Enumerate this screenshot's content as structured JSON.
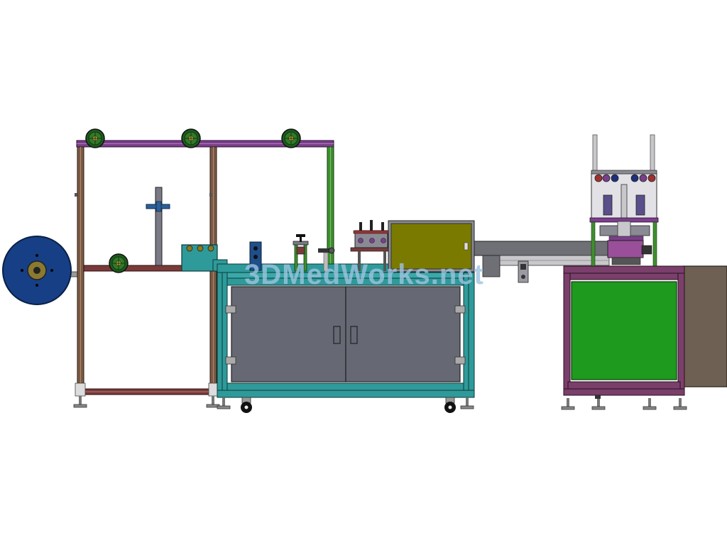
{
  "drawing": {
    "subject": "",
    "watermark": "3DMedWorks.net"
  },
  "colors": {
    "frame_brown": "#7a5a45",
    "frame_purple": "#7a3f8a",
    "frame_green": "#3f8f2f",
    "cabinet_teal": "#2f9a9a",
    "panel_grey": "#666874",
    "olive_box": "#7a7a00",
    "reel_blue": "#163f86",
    "roller_green": "#2f6a2a",
    "right_panel_green": "#1e9a1e",
    "right_frame_purple": "#7a3f6a",
    "side_box_brown": "#6e6052",
    "conveyor_grey": "#6f7076",
    "watermark_blue": "#9ec3e0"
  },
  "modules": [
    {
      "id": "material-reel",
      "icon": "reel-icon"
    },
    {
      "id": "overhead-roller-frame",
      "icon": "roller-icon"
    },
    {
      "id": "main-cabinet",
      "icon": "cabinet-icon"
    },
    {
      "id": "control-box",
      "icon": "box-icon"
    },
    {
      "id": "conveyor",
      "icon": "conveyor-icon"
    },
    {
      "id": "welding-station",
      "icon": "press-icon"
    }
  ]
}
